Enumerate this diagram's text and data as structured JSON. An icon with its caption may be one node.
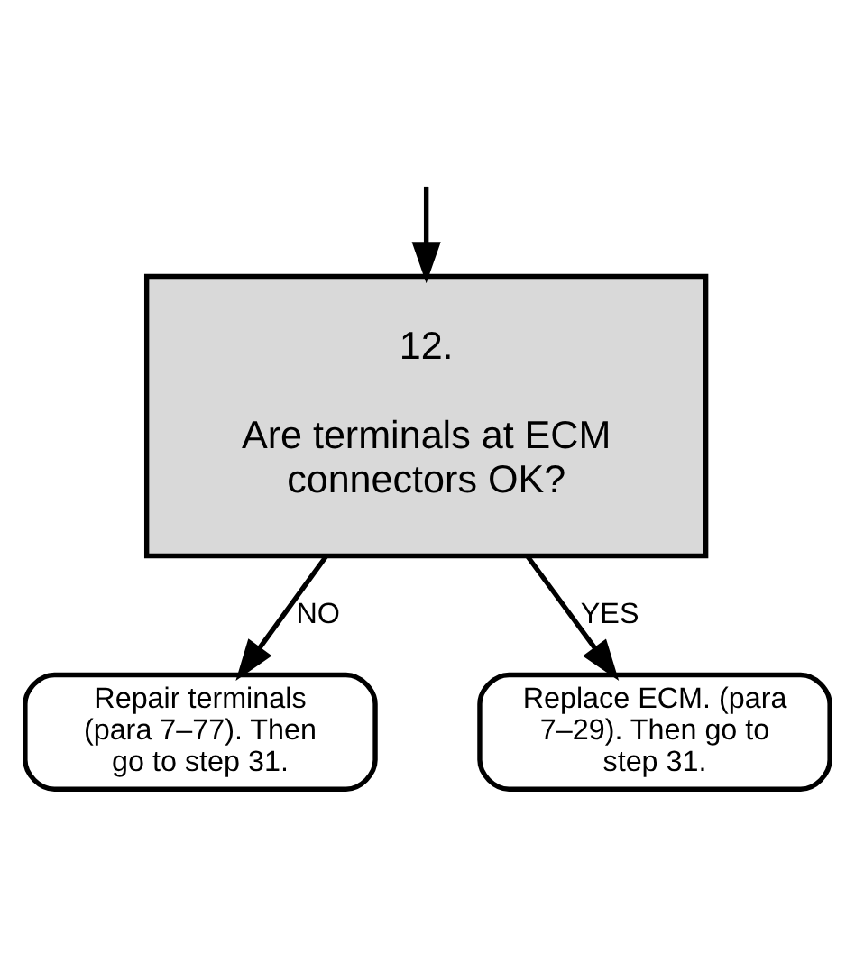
{
  "diagram": {
    "nodes": [
      {
        "text": [
          "12.",
          "Are terminals at ECM connectors OK?"
        ]
      },
      {
        "text": [
          "Repair terminals (para 7–77). Then go to step 31."
        ]
      },
      {
        "text": [
          "Replace ECM. (para 7–29). Then go to step 31."
        ]
      }
    ],
    "edges": [
      {
        "from": null,
        "to": 0,
        "arrow": "to"
      },
      {
        "from": 0,
        "to": 1,
        "label": "NO",
        "arrow": "to"
      },
      {
        "from": 0,
        "to": 2,
        "label": "YES",
        "arrow": "to"
      }
    ]
  }
}
